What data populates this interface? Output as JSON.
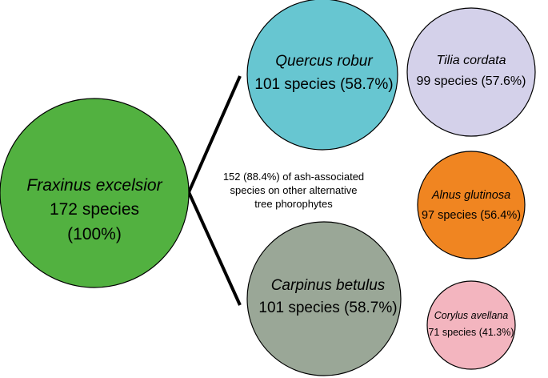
{
  "circles": [
    {
      "id": "fraxinus",
      "species": "Fraxinus excelsior",
      "line1": "172 species",
      "line2": "(100%)",
      "fill": "#52b140"
    },
    {
      "id": "quercus",
      "species": "Quercus robur",
      "line1": "101 species (58.7%)",
      "fill": "#67c6d1"
    },
    {
      "id": "carpinus",
      "species": "Carpinus betulus",
      "line1": "101 species (58.7%)",
      "fill": "#9aa797"
    },
    {
      "id": "tilia",
      "species": "Tilia cordata",
      "line1": "99 species (57.6%)",
      "fill": "#d4d1ea"
    },
    {
      "id": "alnus",
      "species": "Alnus glutinosa",
      "line1": "97 species (56.4%)",
      "fill": "#f08521"
    },
    {
      "id": "corylus",
      "species": "Corylus avellana",
      "line1": "71 species (41.3%)",
      "fill": "#f3b5bf"
    }
  ],
  "note": {
    "line1": "152 (88.4%) of ash-associated",
    "line2": "species on other alternative",
    "line3": "tree phorophytes"
  },
  "colors": {
    "stroke": "#000000"
  }
}
